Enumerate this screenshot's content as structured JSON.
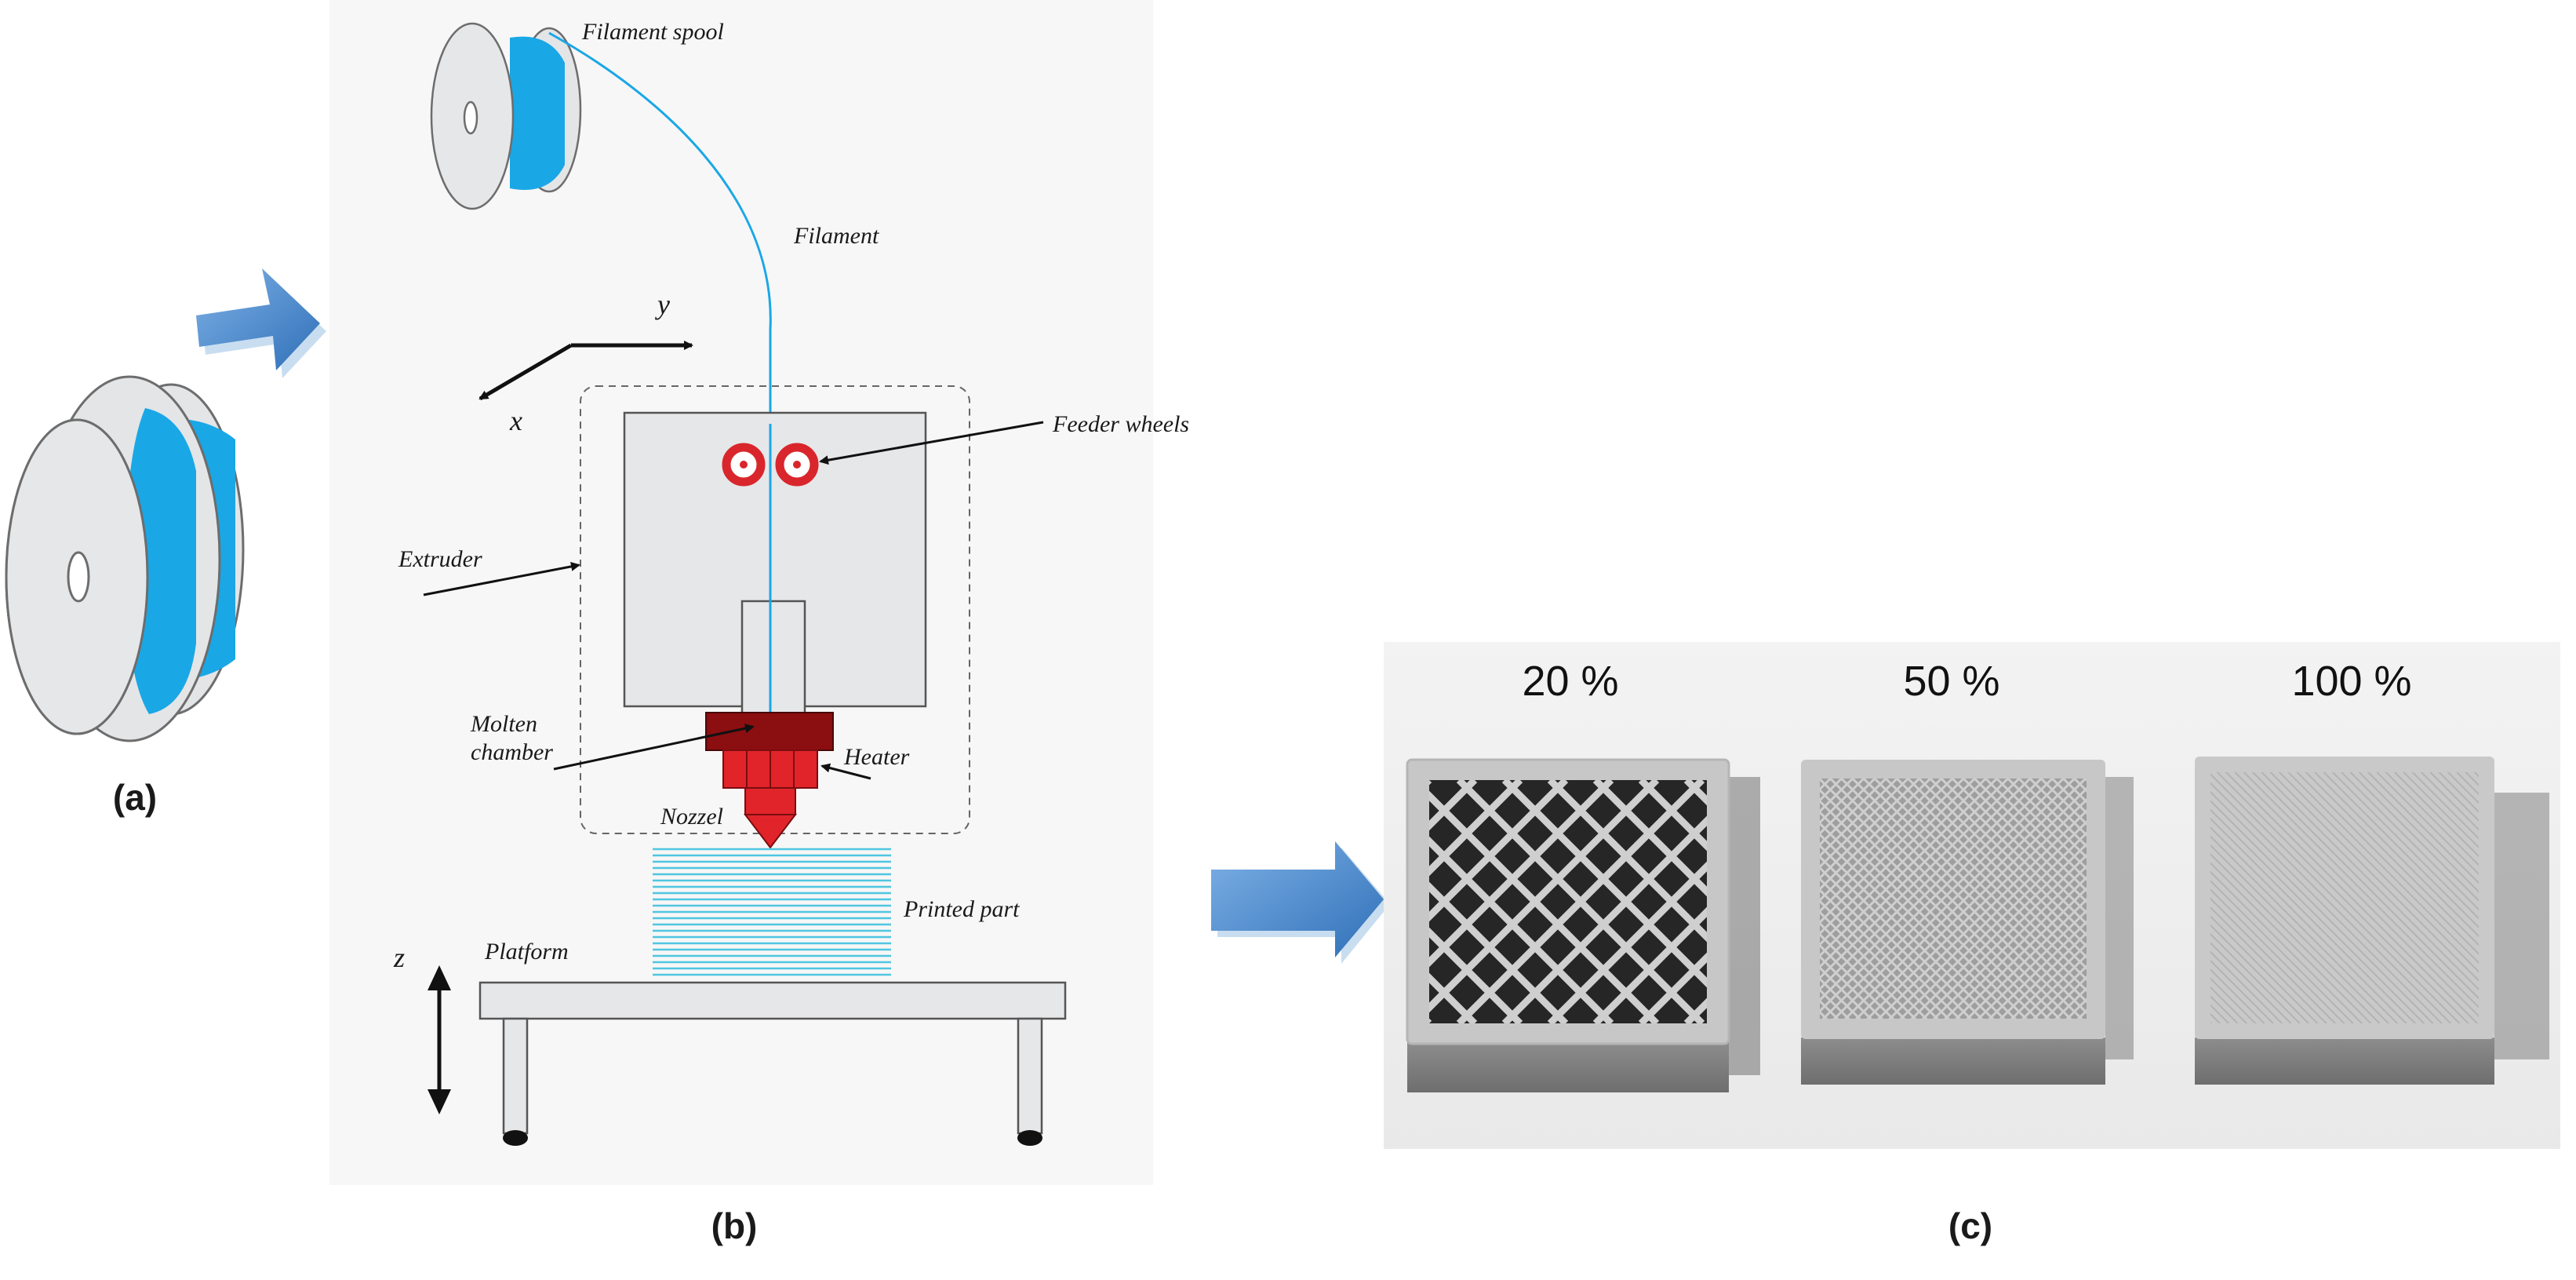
{
  "panel_labels": {
    "a": "(a)",
    "b": "(b)",
    "c": "(c)"
  },
  "diagram_labels": {
    "filament_spool": "Filament spool",
    "filament": "Filament",
    "axis_y": "y",
    "axis_x": "x",
    "axis_z": "z",
    "feeder_wheels": "Feeder wheels",
    "extruder": "Extruder",
    "molten_line1": "Molten",
    "molten_line2": "chamber",
    "heater": "Heater",
    "nozzel": "Nozzel",
    "printed_part": "Printed part",
    "platform": "Platform"
  },
  "infill": {
    "items": [
      {
        "label": "20 %"
      },
      {
        "label": "50 %"
      },
      {
        "label": "100 %"
      }
    ]
  },
  "colors": {
    "filament_blue": "#1aa7e6",
    "arrow_blue": "#4a8fd4",
    "feeder_red": "#d9262c",
    "molten_dark": "#8b0e10",
    "heater_red": "#e0242a",
    "body_grey": "#e6e7e9",
    "printed_lines": "#4fc6e0"
  }
}
